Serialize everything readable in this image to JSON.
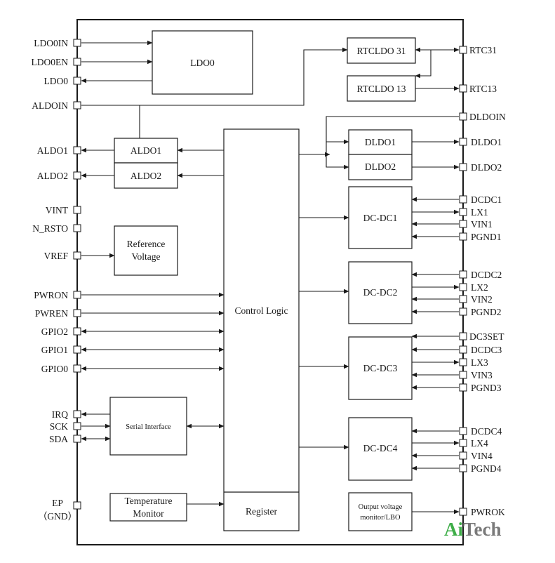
{
  "blocks": {
    "ldo0": "LDO0",
    "rtcldo31": "RTCLDO 31",
    "rtcldo13": "RTCLDO 13",
    "aldo1": "ALDO1",
    "aldo2": "ALDO2",
    "dldo1": "DLDO1",
    "dldo2": "DLDO2",
    "dcdc1": "DC-DC1",
    "dcdc2": "DC-DC2",
    "dcdc3": "DC-DC3",
    "dcdc4": "DC-DC4",
    "ref_line1": "Reference",
    "ref_line2": "Voltage",
    "control_logic": "Control Logic",
    "serial_interface": "Serial Interface",
    "temp_line1": "Temperature",
    "temp_line2": "Monitor",
    "register": "Register",
    "outmon_line1": "Output voltage",
    "outmon_line2": "monitor/LBO"
  },
  "left_pins": {
    "ldo0in": "LDO0IN",
    "ldo0en": "LDO0EN",
    "ldo0": "LDO0",
    "aldoin": "ALDOIN",
    "aldo1": "ALDO1",
    "aldo2": "ALDO2",
    "vint": "VINT",
    "n_rsto": "N_RSTO",
    "vref": "VREF",
    "pwron": "PWRON",
    "pwren": "PWREN",
    "gpio2": "GPIO2",
    "gpio1": "GPIO1",
    "gpio0": "GPIO0",
    "irq": "IRQ",
    "sck": "SCK",
    "sda": "SDA",
    "ep": "EP",
    "gnd": "（GND）"
  },
  "right_pins": {
    "rtc31": "RTC31",
    "rtc13": "RTC13",
    "dldoin": "DLDOIN",
    "dldo1": "DLDO1",
    "dldo2": "DLDO2",
    "dcdc1": "DCDC1",
    "lx1": "LX1",
    "vin1": "VIN1",
    "pgnd1": "PGND1",
    "dcdc2": "DCDC2",
    "lx2": "LX2",
    "vin2": "VIN2",
    "pgnd2": "PGND2",
    "dc3set": "DC3SET",
    "dcdc3": "DCDC3",
    "lx3": "LX3",
    "vin3": "VIN3",
    "pgnd3": "PGND3",
    "dcdc4": "DCDC4",
    "lx4": "LX4",
    "vin4": "VIN4",
    "pgnd4": "PGND4",
    "pwrok": "PWROK"
  },
  "watermark": {
    "part1": "Ai",
    "part2": "Tech"
  },
  "colors": {
    "line": "#1a1a1a",
    "watermark_green": "#3fae49",
    "watermark_gray": "#7a7a7a"
  }
}
